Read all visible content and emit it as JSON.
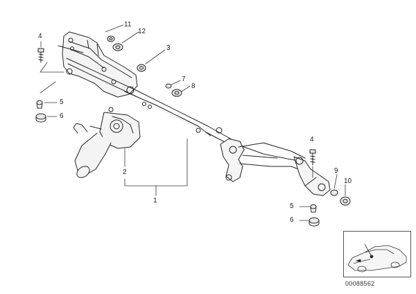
{
  "callouts": {
    "c1": "1",
    "c2": "2",
    "c3": "3",
    "c4a": "4",
    "c4b": "4",
    "c5a": "5",
    "c5b": "5",
    "c6a": "6",
    "c6b": "6",
    "c7": "7",
    "c8": "8",
    "c9": "9",
    "c10": "10",
    "c11": "11",
    "c12": "12"
  },
  "diagram_number": "00088562"
}
